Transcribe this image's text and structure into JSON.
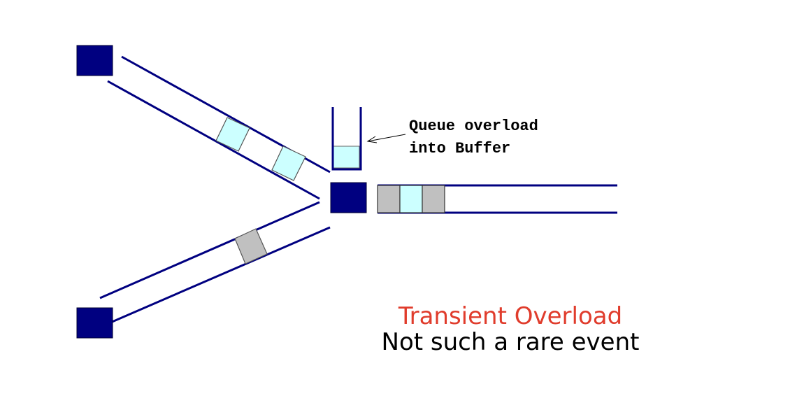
{
  "annotation": {
    "line1": "Queue overload",
    "line2": "into Buffer"
  },
  "caption": {
    "title": "Transient Overload",
    "subtitle": "Not such a rare event"
  },
  "colors": {
    "node": "#000080",
    "link": "#000080",
    "packet_light": "#ccffff",
    "packet_gray": "#c0c0c0",
    "title": "#e03c2c",
    "text": "#000000"
  }
}
